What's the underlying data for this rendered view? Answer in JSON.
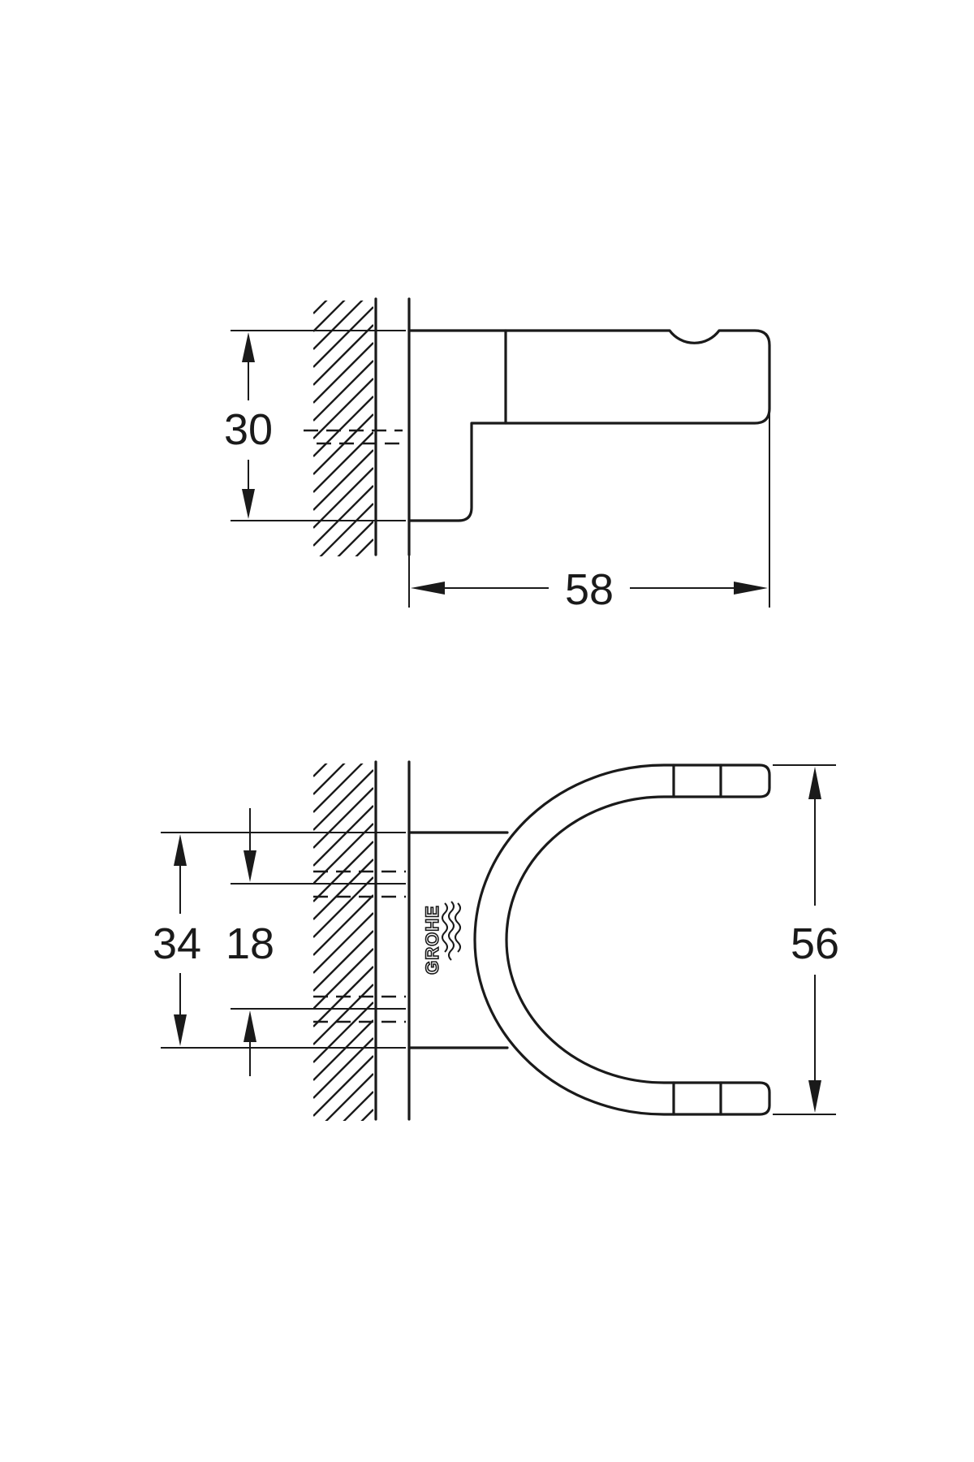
{
  "side_view": {
    "height_label": "30",
    "depth_label": "58"
  },
  "top_view": {
    "spacing_outer_label": "34",
    "spacing_inner_label": "18",
    "width_label": "56",
    "brand_mark": "GROHE"
  },
  "colors": {
    "line": "#1a1a1a",
    "background": "#ffffff"
  }
}
